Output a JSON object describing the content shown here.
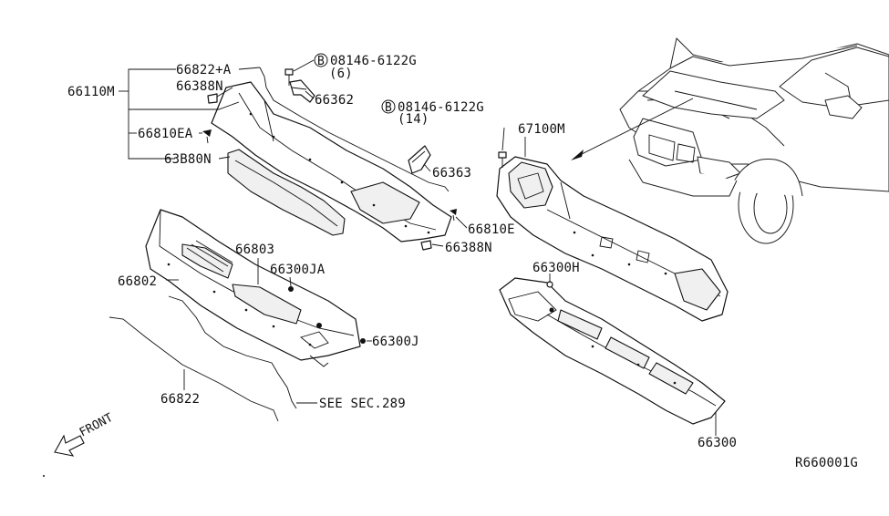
{
  "labels": {
    "p66822_a": "66822+A",
    "p66388n_top": "66388N",
    "p66110m": "66110M",
    "p66810ea": "66810EA",
    "p63880n": "63B80N",
    "bolt_top": "08146-6122G",
    "bolt_top_qty": "(6)",
    "p66362": "66362",
    "bolt_mid": "08146-6122G",
    "bolt_mid_qty": "(14)",
    "p66363": "66363",
    "p66810e": "66810E",
    "p66388n_bot": "66388N",
    "p67100m": "67100M",
    "p66803": "66803",
    "p66300ja": "66300JA",
    "p66802": "66802",
    "p66300j": "66300J",
    "p66822": "66822",
    "see_sec": "SEE SEC.289",
    "p66300h": "66300H",
    "p66300": "66300",
    "front": "FRONT",
    "ref_code": "R660001G",
    "circle_b": "B"
  }
}
